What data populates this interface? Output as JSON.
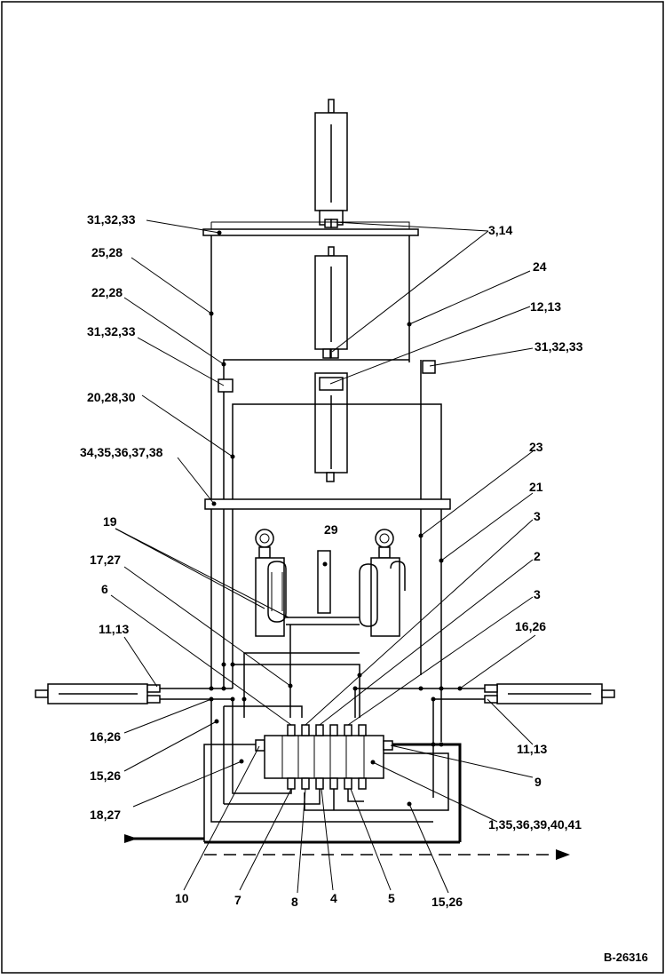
{
  "diagram": {
    "drawing_number": "B-26316",
    "labels": {
      "l_31_32_33_a": "31,32,33",
      "l_3_14": "3,14",
      "l_25_28": "25,28",
      "l_24": "24",
      "l_22_28": "22,28",
      "l_12_13": "12,13",
      "l_31_32_33_b": "31,32,33",
      "l_31_32_33_c": "31,32,33",
      "l_20_28_30": "20,28,30",
      "l_34_38": "34,35,36,37,38",
      "l_23": "23",
      "l_21": "21",
      "l_19": "19",
      "l_29": "29",
      "l_3_a": "3",
      "l_17_27": "17,27",
      "l_2": "2",
      "l_6": "6",
      "l_3_b": "3",
      "l_11_13_a": "11,13",
      "l_16_26_a": "16,26",
      "l_16_26_b": "16,26",
      "l_11_13_b": "11,13",
      "l_15_26_a": "15,26",
      "l_9": "9",
      "l_18_27": "18,27",
      "l_1_35": "1,35,36,39,40,41",
      "l_10": "10",
      "l_7": "7",
      "l_8": "8",
      "l_4": "4",
      "l_5": "5",
      "l_15_26_b": "15,26"
    }
  }
}
